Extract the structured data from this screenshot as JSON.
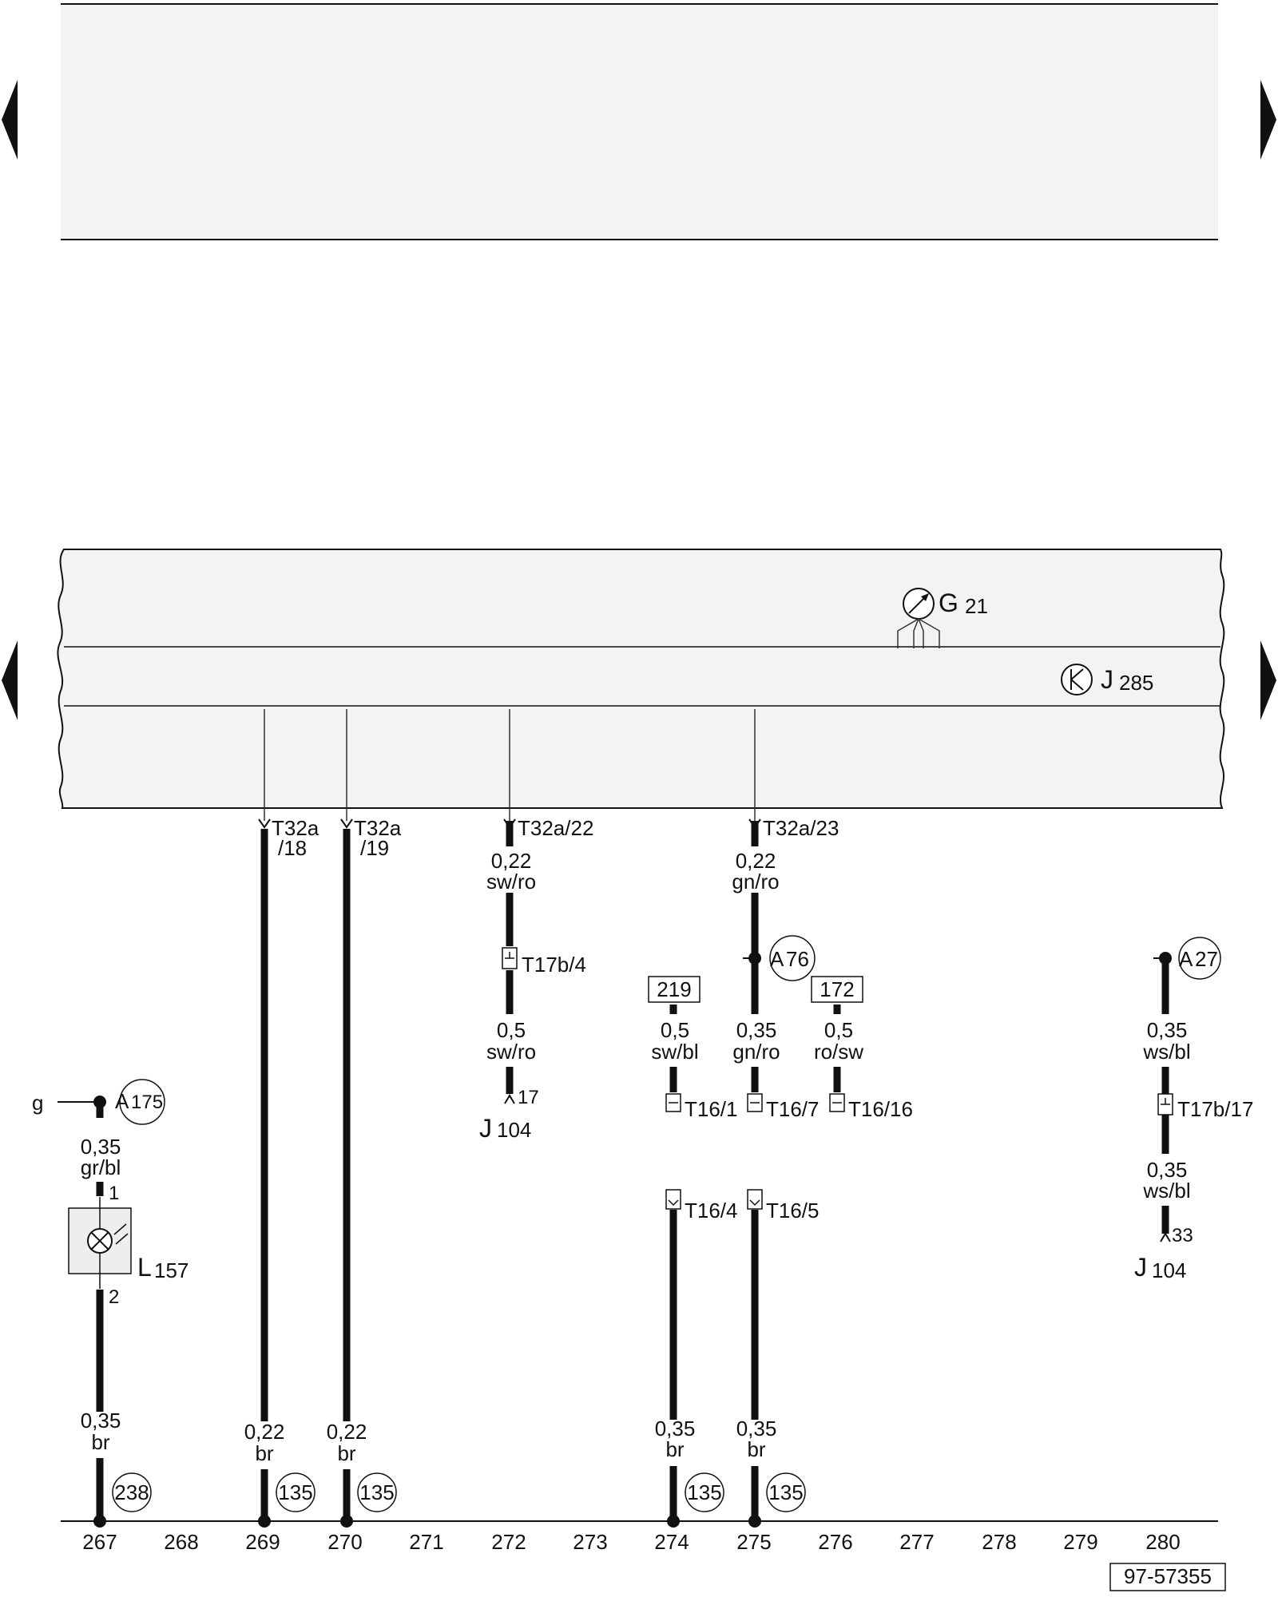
{
  "diagram": {
    "drawing_number": "97-57355",
    "current_tracks": [
      "267",
      "268",
      "269",
      "270",
      "271",
      "272",
      "273",
      "274",
      "275",
      "276",
      "277",
      "278",
      "279",
      "280"
    ],
    "components": {
      "g21": {
        "letter": "G",
        "sub": "21"
      },
      "j285": {
        "letter": "J",
        "sub": "285"
      },
      "j104_a": {
        "letter": "J",
        "sub": "104"
      },
      "j104_b": {
        "letter": "J",
        "sub": "104"
      },
      "l157": {
        "letter": "L",
        "sub": "157"
      }
    },
    "connectors": {
      "t32a_18": {
        "line1": "T32a",
        "line2": "/18"
      },
      "t32a_19": {
        "line1": "T32a",
        "line2": "/19"
      },
      "t32a_22": "T32a/22",
      "t32a_23": "T32a/23",
      "t17b_4": "T17b/4",
      "t17b_17": "T17b/17",
      "t16_1": "T16/1",
      "t16_7": "T16/7",
      "t16_16": "T16/16",
      "t16_4": "T16/4",
      "t16_5": "T16/5"
    },
    "pins": {
      "j104_17": "17",
      "j104_33": "33",
      "l157_1": "1",
      "l157_2": "2"
    },
    "connections": {
      "a175": {
        "letter": "A",
        "sub": "175"
      },
      "a76": {
        "letter": "A",
        "sub": "76"
      },
      "a27": {
        "letter": "A",
        "sub": "27"
      }
    },
    "ref_boxes": {
      "b219": "219",
      "b172": "172"
    },
    "ground_refs": {
      "g238": "238",
      "g135_269": "135",
      "g135_270": "135",
      "g135_274": "135",
      "g135_275": "135"
    },
    "left_input_label": "g",
    "wires": {
      "w267_top": {
        "size": "0,35",
        "color": "gr/bl"
      },
      "w267_bot": {
        "size": "0,35",
        "color": "br"
      },
      "w269": {
        "size": "0,22",
        "color": "br"
      },
      "w270": {
        "size": "0,22",
        "color": "br"
      },
      "w272_top": {
        "size": "0,22",
        "color": "sw/ro"
      },
      "w272_bot": {
        "size": "0,5",
        "color": "sw/ro"
      },
      "w274_top": {
        "size": "0,5",
        "color": "sw/bl"
      },
      "w274_bot": {
        "size": "0,35",
        "color": "br"
      },
      "w275_top": {
        "size": "0,22",
        "color": "gn/ro"
      },
      "w275_mid": {
        "size": "0,35",
        "color": "gn/ro"
      },
      "w275_bot": {
        "size": "0,35",
        "color": "br"
      },
      "w276": {
        "size": "0,5",
        "color": "ro/sw"
      },
      "w280_top": {
        "size": "0,35",
        "color": "ws/bl"
      },
      "w280_bot": {
        "size": "0,35",
        "color": "ws/bl"
      }
    }
  }
}
